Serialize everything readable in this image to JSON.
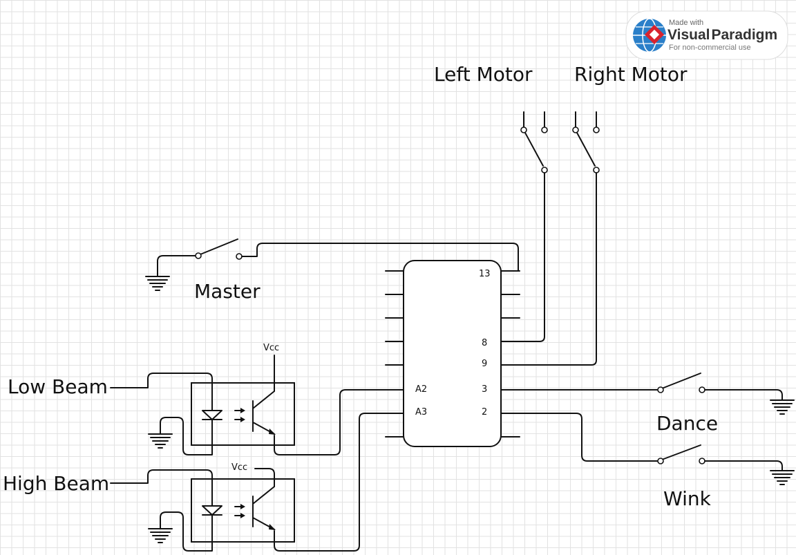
{
  "watermark": {
    "made_with": "Made with",
    "brand_visual": "Visual",
    "brand_paradigm": "Paradigm",
    "note": "For non-commercial use"
  },
  "labels": {
    "left_motor": "Left Motor",
    "right_motor": "Right Motor",
    "master": "Master",
    "low_beam": "Low Beam",
    "high_beam": "High Beam",
    "dance": "Dance",
    "wink": "Wink",
    "vcc_top": "Vcc",
    "vcc_bottom": "Vcc"
  },
  "ic": {
    "pins_right": [
      "13",
      "8",
      "9",
      "3",
      "2"
    ],
    "pins_left": [
      "A2",
      "A3"
    ]
  },
  "colors": {
    "line": "#111111",
    "grid": "#e2e2e2",
    "brand_red": "#d9232e",
    "brand_blue": "#2a7fc9"
  }
}
